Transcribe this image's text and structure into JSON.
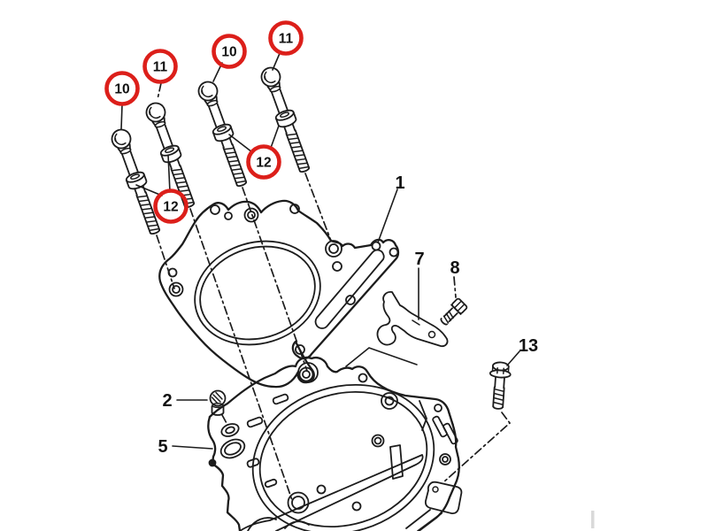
{
  "colors": {
    "background": "#ffffff",
    "line": "#1c1c1c",
    "highlight_red": "#dc1f1a"
  },
  "callouts": [
    {
      "id": "callout-10-left",
      "number": "10"
    },
    {
      "id": "callout-11-left",
      "number": "11"
    },
    {
      "id": "callout-10-mid",
      "number": "10"
    },
    {
      "id": "callout-11-right",
      "number": "11"
    },
    {
      "id": "callout-12-upper",
      "number": "12"
    },
    {
      "id": "callout-12-lower",
      "number": "12"
    }
  ],
  "part_labels": [
    {
      "id": "label-1",
      "number": "1"
    },
    {
      "id": "label-2",
      "number": "2"
    },
    {
      "id": "label-5",
      "number": "5"
    },
    {
      "id": "label-7",
      "number": "7"
    },
    {
      "id": "label-8",
      "number": "8"
    },
    {
      "id": "label-13",
      "number": "13"
    }
  ]
}
